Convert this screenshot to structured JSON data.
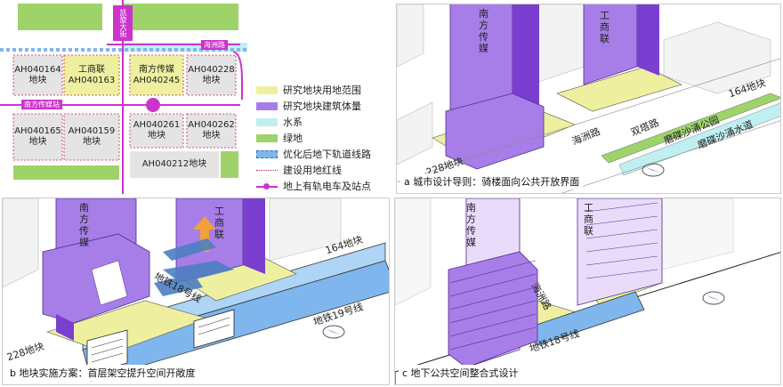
{
  "site_plan": {
    "roads": {
      "v_road_top": "凯旋大街",
      "h_road_top": "海洲路",
      "h_road_left": "南方传媒站"
    },
    "plots": [
      {
        "code": "AH040164",
        "suffix": "地块"
      },
      {
        "code": "工商联",
        "suffix": "AH040163"
      },
      {
        "code": "南方传媒",
        "suffix": "AH040245"
      },
      {
        "code": "AH040228",
        "suffix": "地块"
      },
      {
        "code": "AH040165",
        "suffix": "地块"
      },
      {
        "code": "AH040159",
        "suffix": "地块"
      },
      {
        "code": "AH040261",
        "suffix": "地块"
      },
      {
        "code": "AH040262",
        "suffix": "地块"
      },
      {
        "code": "AH040212地块",
        "suffix": ""
      }
    ]
  },
  "legend": [
    {
      "label": "研究地块用地范围",
      "color": "#eef0a0",
      "kind": "fill"
    },
    {
      "label": "研究地块建筑体量",
      "color": "#a77ee8",
      "kind": "fill"
    },
    {
      "label": "水系",
      "color": "#bfeff0",
      "kind": "fill"
    },
    {
      "label": "绿地",
      "color": "#9ed36a",
      "kind": "fill"
    },
    {
      "label": "优化后地下轨道线路",
      "color": "#7fb6ee",
      "kind": "dashed-fill"
    },
    {
      "label": "建设用地红线",
      "color": "#cc2255",
      "kind": "dotted"
    },
    {
      "label": "地上有轨电车及站点",
      "color": "#cc33cc",
      "kind": "line-dot"
    }
  ],
  "panel_a": {
    "caption": "a 城市设计导则：骑楼面向公共开放界面",
    "tower_left": "南方传媒",
    "tower_right": "工商联",
    "labels": [
      "164地块",
      "海洲路",
      "双塔路",
      "磨碟沙涌公园",
      "磨碟沙涌水道",
      "228地块"
    ]
  },
  "panel_b": {
    "caption": "b 地块实施方案：首层架空提升空间开敞度",
    "tower_left": "南方传媒",
    "tower_right": "工商联",
    "labels": [
      "164地块",
      "地铁18号线",
      "地铁19号线",
      "228地块"
    ]
  },
  "panel_c": {
    "caption": "c 地下公共空间整合式设计",
    "tower_left": "南方传媒",
    "tower_right": "工商联",
    "labels": [
      "海洲路",
      "地铁18号线"
    ]
  },
  "colors": {
    "purple": "#a77ee8",
    "purple_dark": "#7a3fd1",
    "yellow": "#eef0a0",
    "green": "#9ed36a",
    "water": "#bfeff0",
    "metro": "#7fb6ee",
    "tram": "#cc33cc",
    "redline": "#cc2255"
  }
}
